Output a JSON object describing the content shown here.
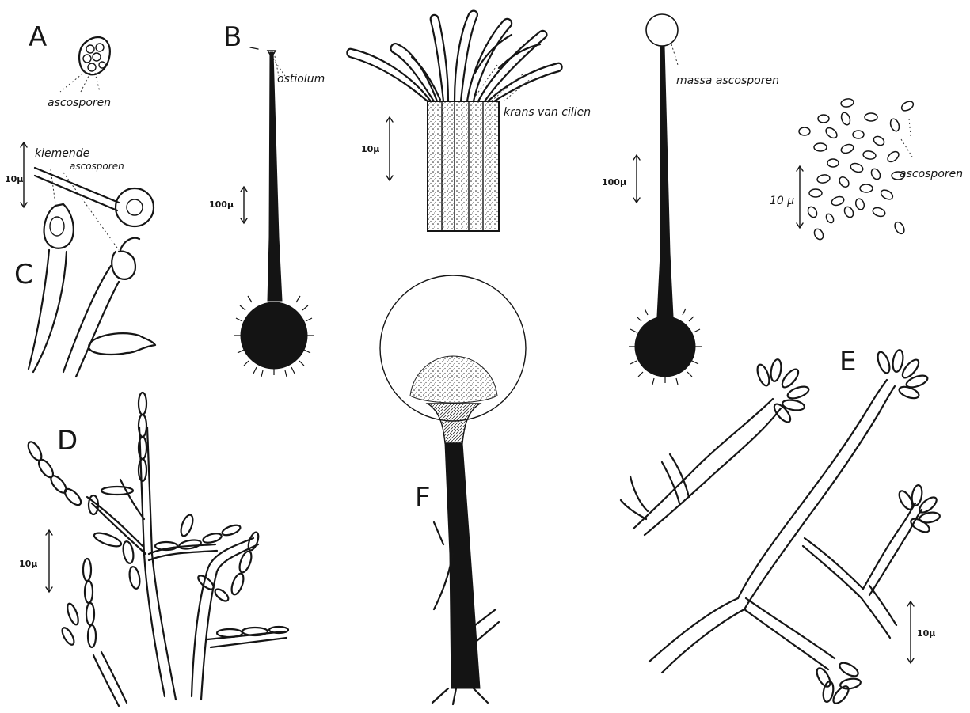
{
  "figure": {
    "panels": {
      "A": "A",
      "B": "B",
      "C": "C",
      "D": "D",
      "E": "E",
      "F": "F"
    },
    "labels": {
      "ascosporen_a": "ascosporen",
      "kiemende": "kiemende",
      "ascosporen_c": "ascosporen",
      "ostiolum": "ostiolum",
      "krans_van_cilien": "krans van cilien",
      "massa_ascosporen": "massa ascosporen",
      "ascosporen_right": "ascosporen"
    },
    "scales": {
      "c": "10µ",
      "b": "100µ",
      "cilia": "10µ",
      "right_perithecium": "100µ",
      "spores": "10 µ",
      "d": "10µ",
      "e": "10µ"
    }
  }
}
